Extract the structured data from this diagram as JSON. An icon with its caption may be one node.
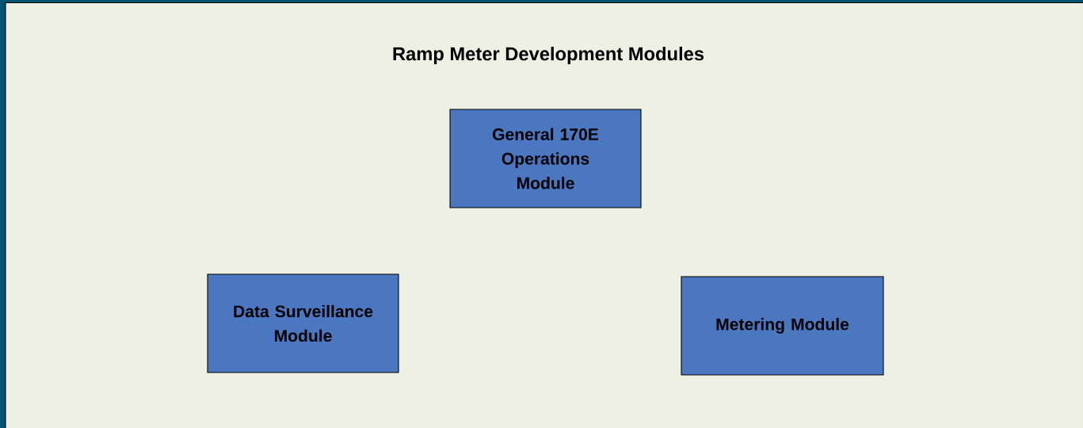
{
  "diagram": {
    "title": "Ramp Meter Development Modules",
    "nodes": [
      {
        "text": [
          "General 170E Operations Module"
        ]
      },
      {
        "text": [
          "Data Surveillance Module"
        ]
      },
      {
        "text": [
          "Metering Module"
        ]
      }
    ]
  }
}
